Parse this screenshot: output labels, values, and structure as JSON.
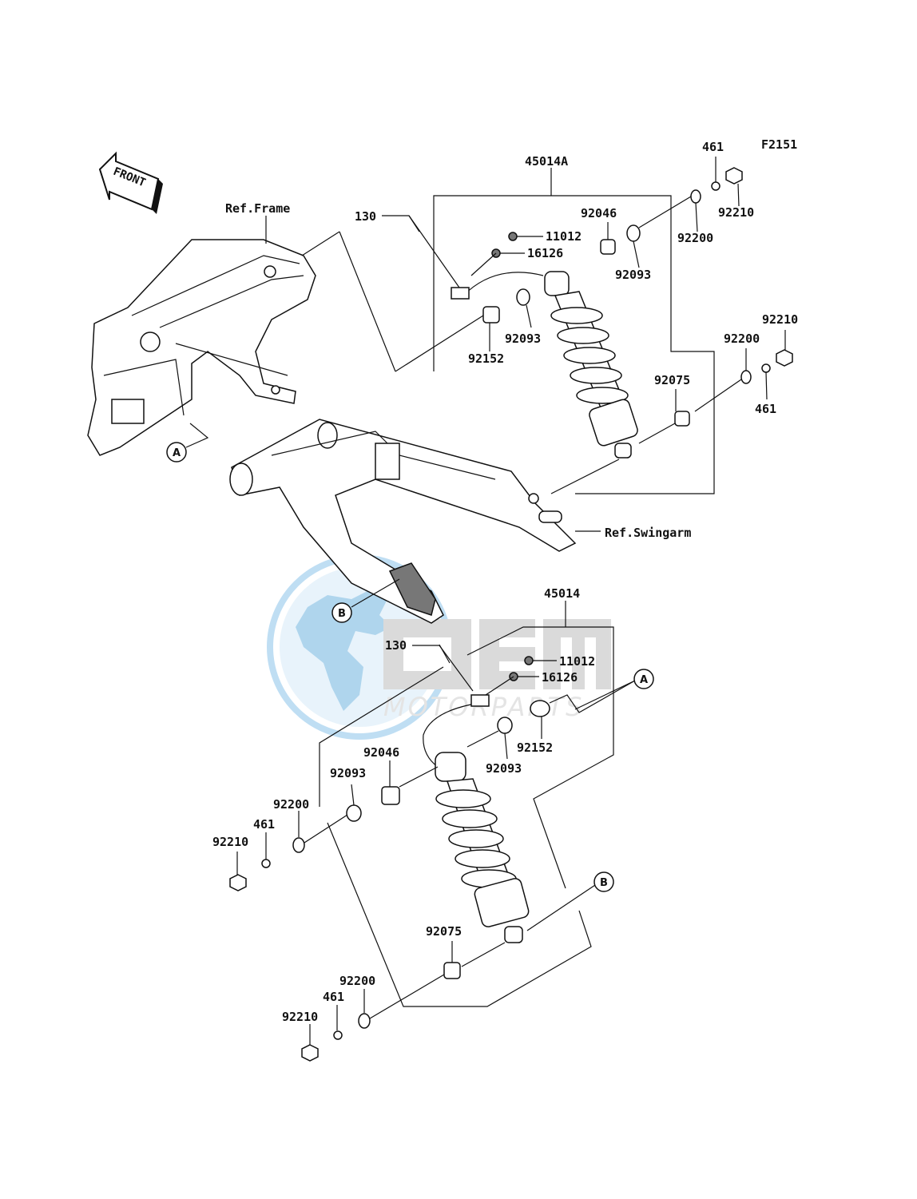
{
  "figure_code": "F2151",
  "front_label": "FRONT",
  "watermark": {
    "brand": "OEM",
    "sub": "MOTORPARTS",
    "color": "#6fb3e0",
    "gray": "#bdbdbd"
  },
  "references": {
    "frame": "Ref.Frame",
    "swingarm": "Ref.Swingarm"
  },
  "callouts": {
    "a": "A",
    "b": "B"
  },
  "parts_top": {
    "assembly": "45014A",
    "p130": "130",
    "p11012": "11012",
    "p16126": "16126",
    "p92046": "92046",
    "p92093_a": "92093",
    "p92093_b": "92093",
    "p92152": "92152",
    "p92075": "92075",
    "p92200_a": "92200",
    "p92200_b": "92200",
    "p461_a": "461",
    "p461_b": "461",
    "p92210_a": "92210",
    "p92210_b": "92210"
  },
  "parts_bottom": {
    "assembly": "45014",
    "p130": "130",
    "p11012": "11012",
    "p16126": "16126",
    "p92152": "92152",
    "p92093_a": "92093",
    "p92093_b": "92093",
    "p92046": "92046",
    "p92200_a": "92200",
    "p461_a": "461",
    "p92210_a": "92210",
    "p92075": "92075",
    "p92200_b": "92200",
    "p461_b": "461",
    "p92210_b": "92210"
  }
}
